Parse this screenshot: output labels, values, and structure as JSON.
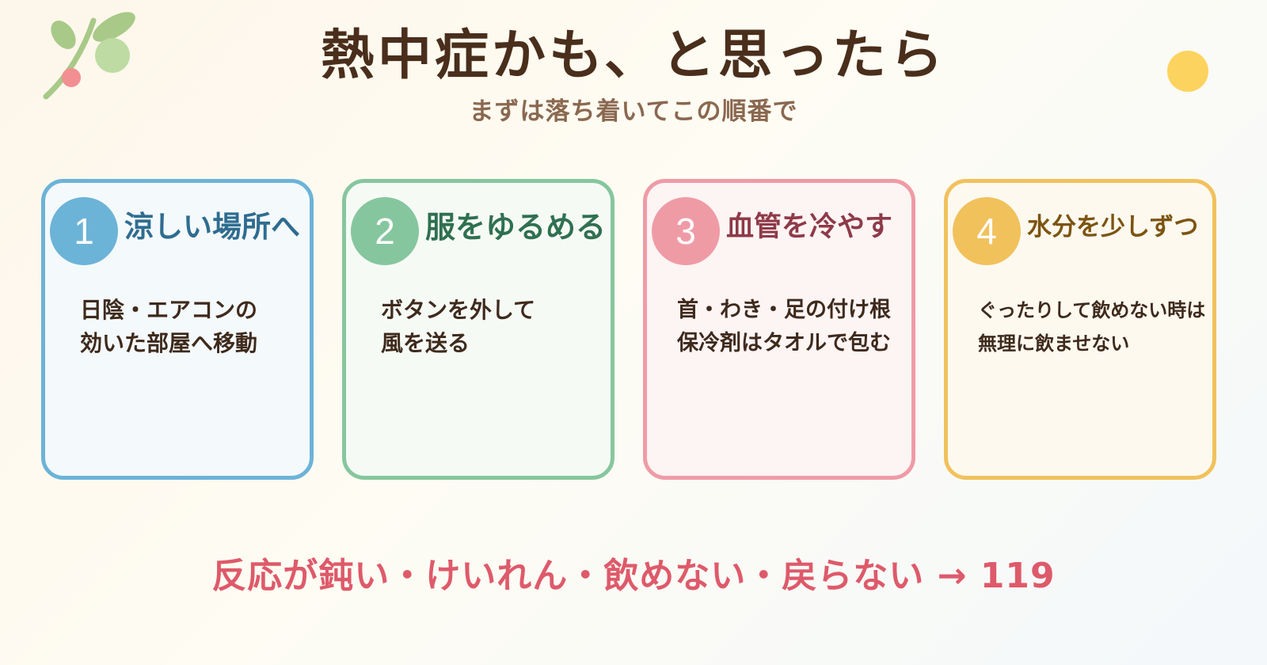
{
  "header": {
    "title": "熱中症かも、と思ったら",
    "subtitle": "まずは落ち着いてこの順番で"
  },
  "steps": [
    {
      "number": "1",
      "title": "涼しい場所へ",
      "lines": [
        "日陰・エアコンの",
        "効いた部屋へ移動"
      ]
    },
    {
      "number": "2",
      "title": "服をゆるめる",
      "lines": [
        "ボタンを外して",
        "風を送る"
      ]
    },
    {
      "number": "3",
      "title": "血管を冷やす",
      "lines": [
        "首・わき・足の付け根",
        "保冷剤はタオルで包む"
      ]
    },
    {
      "number": "4",
      "title": "水分を少しずつ",
      "lines": [
        "ぐったりして飲めない時は",
        "無理に飲ませない"
      ]
    }
  ],
  "warning": "反応が鈍い・けいれん・飲めない・戻らない → 119",
  "colors": {
    "step1": "#6cb3d8",
    "step2": "#86c69e",
    "step3": "#ef9ba6",
    "step4": "#f1c15c",
    "warning": "#de5a6a",
    "title": "#4a2e1c"
  },
  "icons": {
    "logo": "leaf-sprout-icon",
    "sun": "sun-icon"
  }
}
